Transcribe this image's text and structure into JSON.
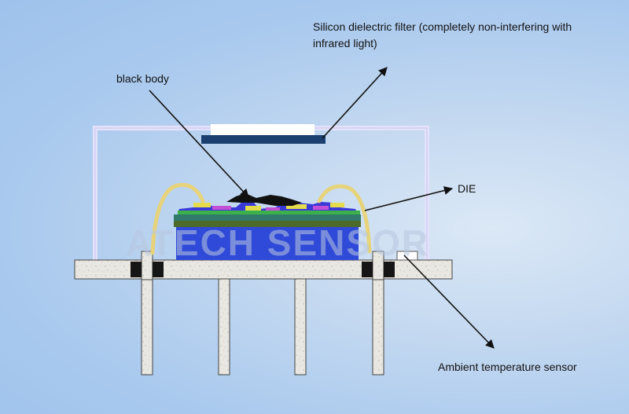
{
  "labels": {
    "filter": "Silicon dielectric filter (completely non-interfering with infrared light)",
    "black_body": "black body",
    "die": "DIE",
    "ambient_sensor": "Ambient temperature sensor"
  },
  "watermark": "ATECH SENSOR",
  "colors": {
    "background": "#a9c9ee",
    "can_outline": "#e4e2fb",
    "filter": "#1b3f6e",
    "die_blue": "#2f49d8",
    "bond_wire": "#e6d37a",
    "base_board": "#e8e6e0",
    "pin": "#ebe9e3",
    "seal": "#151515",
    "arrow": "#111111"
  }
}
